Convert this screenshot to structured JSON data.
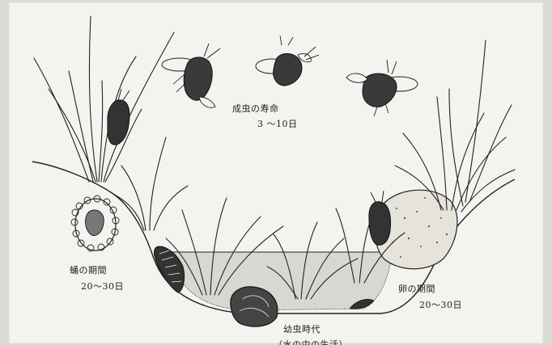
{
  "labels": {
    "adult_title": "成虫の寿命",
    "adult_value": "3 〜10日",
    "pupa_title": "蛹の期間",
    "pupa_value": "20〜30日",
    "egg_title": "卵の期間",
    "egg_value": "20〜30日",
    "larva_title": "幼虫時代",
    "larva_subtitle": "（水の中の生活）"
  }
}
